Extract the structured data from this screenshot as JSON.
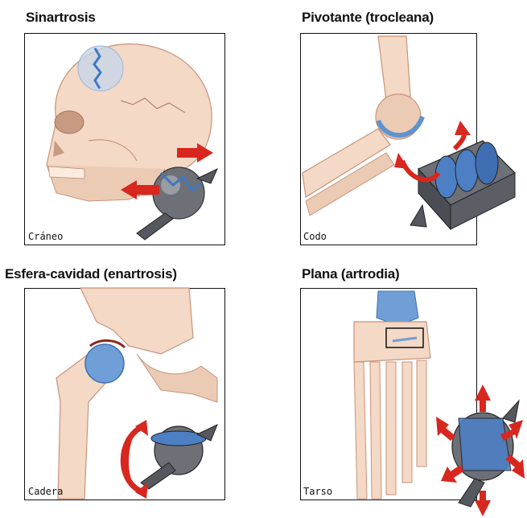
{
  "panels": [
    {
      "title": "Sinartrosis",
      "caption": "Cráneo"
    },
    {
      "title": "Pivotante (trocleana)",
      "caption": "Codo"
    },
    {
      "title": "Esfera-cavidad (enartrosis)",
      "caption": "Cadera"
    },
    {
      "title": "Plana (artrodia)",
      "caption": "Tarso"
    }
  ],
  "colors": {
    "bone": "#f3d9c6",
    "bone_shadow": "#d9a68b",
    "cartilage": "#6f9fd6",
    "metal": "#7c7f86",
    "arrow": "#d8271f",
    "frame": "#111111"
  }
}
